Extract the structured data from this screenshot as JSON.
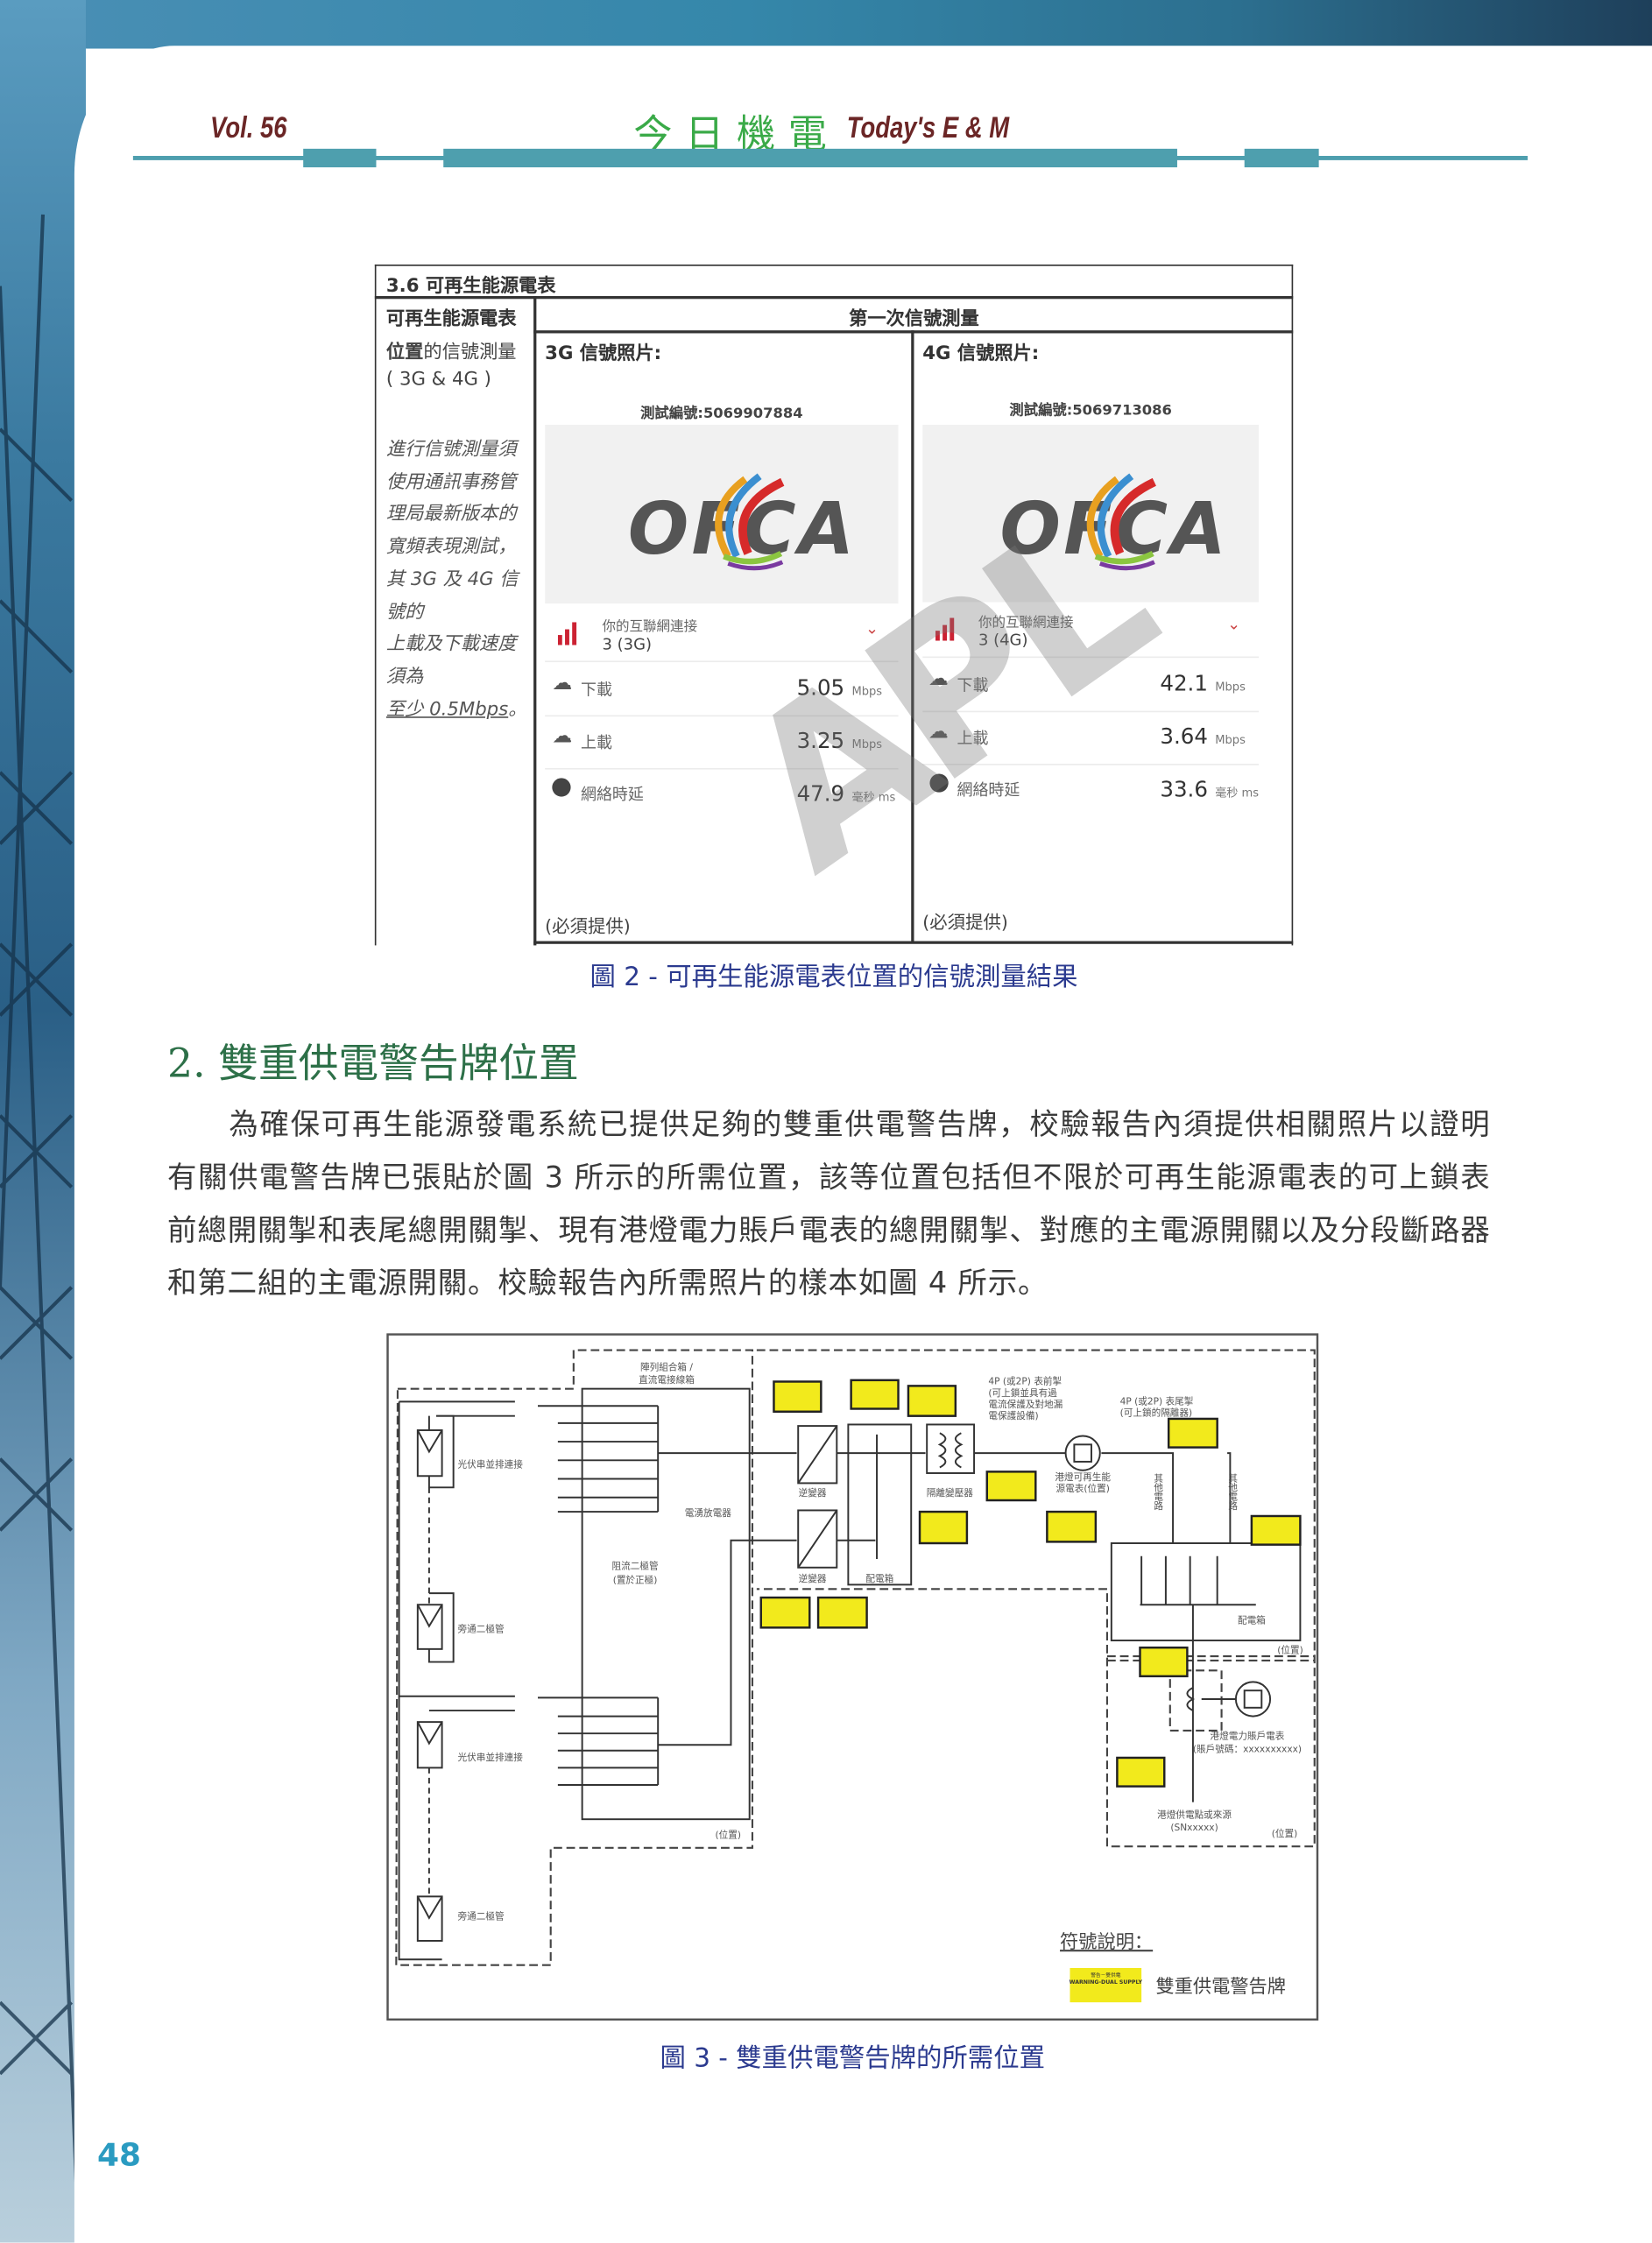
{
  "header": {
    "volume": "Vol. 56",
    "magazine_cn": "今日機電",
    "magazine_en": "Today's E & M"
  },
  "table": {
    "title": "3.6 可再生能源電表",
    "left_col": {
      "heading": "可再生能源電表",
      "line2_bold": "位置",
      "line2_rest": "的信號測量",
      "line3": "( 3G & 4G )",
      "note_lines": [
        "進行信號測量須",
        "使用通訊事務管",
        "理局最新版本的",
        "寬頻表現測試，",
        "其 3G 及 4G 信",
        "號的",
        "上載及下載速度",
        "須為"
      ],
      "note_last": "至少 0.5Mbps",
      "note_end": "。"
    },
    "group_header": "第一次信號測量",
    "columns": [
      {
        "label": "3G 信號照片:",
        "test_id": "測試編號:5069907884",
        "logo": "OFCA",
        "conn_label": "你的互聯網連接",
        "conn_value": "3 (3G)",
        "download_label": "下載",
        "download_value": "5.05",
        "download_unit": "Mbps",
        "upload_label": "上載",
        "upload_value": "3.25",
        "upload_unit": "Mbps",
        "latency_label": "網絡時延",
        "latency_value": "47.9",
        "latency_unit": "毫秒 ms",
        "footer": "(必須提供)"
      },
      {
        "label": "4G 信號照片:",
        "test_id": "測試編號:5069713086",
        "logo": "OFCA",
        "conn_label": "你的互聯網連接",
        "conn_value": "3 (4G)",
        "download_label": "下載",
        "download_value": "42.1",
        "download_unit": "Mbps",
        "upload_label": "上載",
        "upload_value": "3.64",
        "upload_unit": "Mbps",
        "latency_label": "網絡時延",
        "latency_value": "33.6",
        "latency_unit": "毫秒 ms",
        "footer": "(必須提供)"
      }
    ],
    "watermark": "APL"
  },
  "figure2_caption": "圖 2 - 可再生能源電表位置的信號測量結果",
  "section": {
    "heading": "2.  雙重供電警告牌位置",
    "paragraph": "為確保可再生能源發電系統已提供足夠的雙重供電警告牌，校驗報告內須提供相關照片以證明有關供電警告牌已張貼於圖 3 所示的所需位置，該等位置包括但不限於可再生能源電表的可上鎖表前總開關掣和表尾總開關掣、現有港燈電力賬戶電表的總開關掣、對應的主電源開關以及分段斷路器和第二組的主電源開關。校驗報告內所需照片的樣本如圖 4 所示。"
  },
  "diagram": {
    "combiner_title_1": "陣列組合箱 /",
    "combiner_title_2": "直流電接線箱",
    "pv_string": "光伏串並排連接",
    "bypass_diode": "旁通二極管",
    "blocking_diode_1": "阻流二極管",
    "blocking_diode_2": "(置於正極)",
    "surge_arrester": "電湧放電器",
    "inverter": "逆變器",
    "dist_box": "配電箱",
    "isolation_tx": "隔離變壓器",
    "pre_meter_1": "4P (或2P) 表前掣",
    "pre_meter_2": "(可上鎖並具有過",
    "pre_meter_3": "電流保護及對地漏",
    "pre_meter_4": "電保護設備)",
    "post_meter_1": "4P (或2P) 表尾掣",
    "post_meter_2": "(可上鎖的隔離器)",
    "re_meter_1": "港燈可再生能",
    "re_meter_2": "源電表(位置)",
    "other_circuit": "其他電路",
    "location": "(位置)",
    "hec_meter_1": "港燈電力賬戶電表",
    "hec_meter_2": "(賬戶號碼：xxxxxxxxxx)",
    "supply_1": "港燈供電點或來源",
    "supply_2": "(SNxxxxx)",
    "legend_title": "符號說明：",
    "legend_sign_cn": "警告－雙供電",
    "legend_sign_en": "WARNING-DUAL SUPPLY",
    "legend_label": "雙重供電警告牌",
    "warning_color": "#f2ea1c"
  },
  "figure3_caption": "圖 3 - 雙重供電警告牌的所需位置",
  "page_number": "48"
}
